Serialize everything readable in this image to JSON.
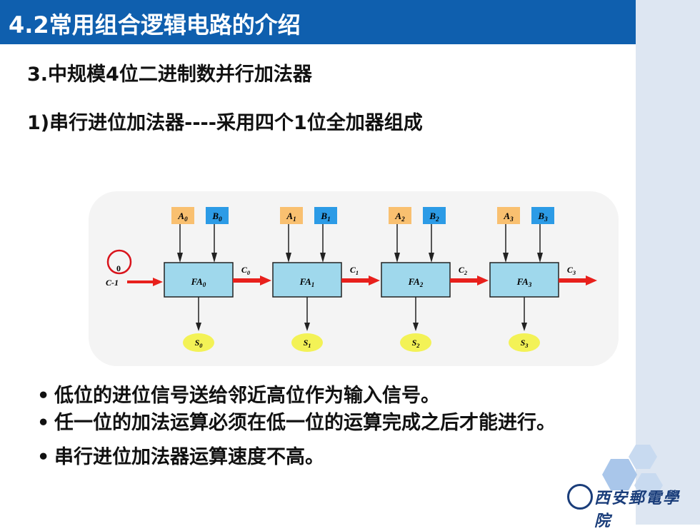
{
  "header": {
    "title": "4.2常用组合逻辑电路的介绍"
  },
  "headings": {
    "section": "3.中规模4位二进制数并行加法器",
    "subsection": "1)串行进位加法器----采用四个1位全加器组成"
  },
  "diagram": {
    "carry_in_value": "0",
    "carry_in_label": "C-1",
    "stages": [
      {
        "a": "A0",
        "b": "B0",
        "block": "FA0",
        "carry": "C0",
        "sum": "S0"
      },
      {
        "a": "A1",
        "b": "B1",
        "block": "FA1",
        "carry": "C1",
        "sum": "S1"
      },
      {
        "a": "A2",
        "b": "B2",
        "block": "FA2",
        "carry": "C2",
        "sum": "S2"
      },
      {
        "a": "A3",
        "b": "B3",
        "block": "FA3",
        "carry": "C3",
        "sum": "S3"
      }
    ],
    "colors": {
      "a_box": "#f9c070",
      "b_box": "#2c9be6",
      "block": "#9fd8ec",
      "sum": "#f3f256",
      "arrow": "#e8201c",
      "circle": "#d9141c"
    }
  },
  "bullets": [
    "低位的进位信号送给邻近高位作为输入信号。",
    "任一位的加法运算必须在低一位的运算完成之后才能进行。",
    "串行进位加法器运算速度不高。"
  ],
  "footer": {
    "logo_text": "西安郵電學院",
    "logo_icon": "university-seal-icon"
  }
}
